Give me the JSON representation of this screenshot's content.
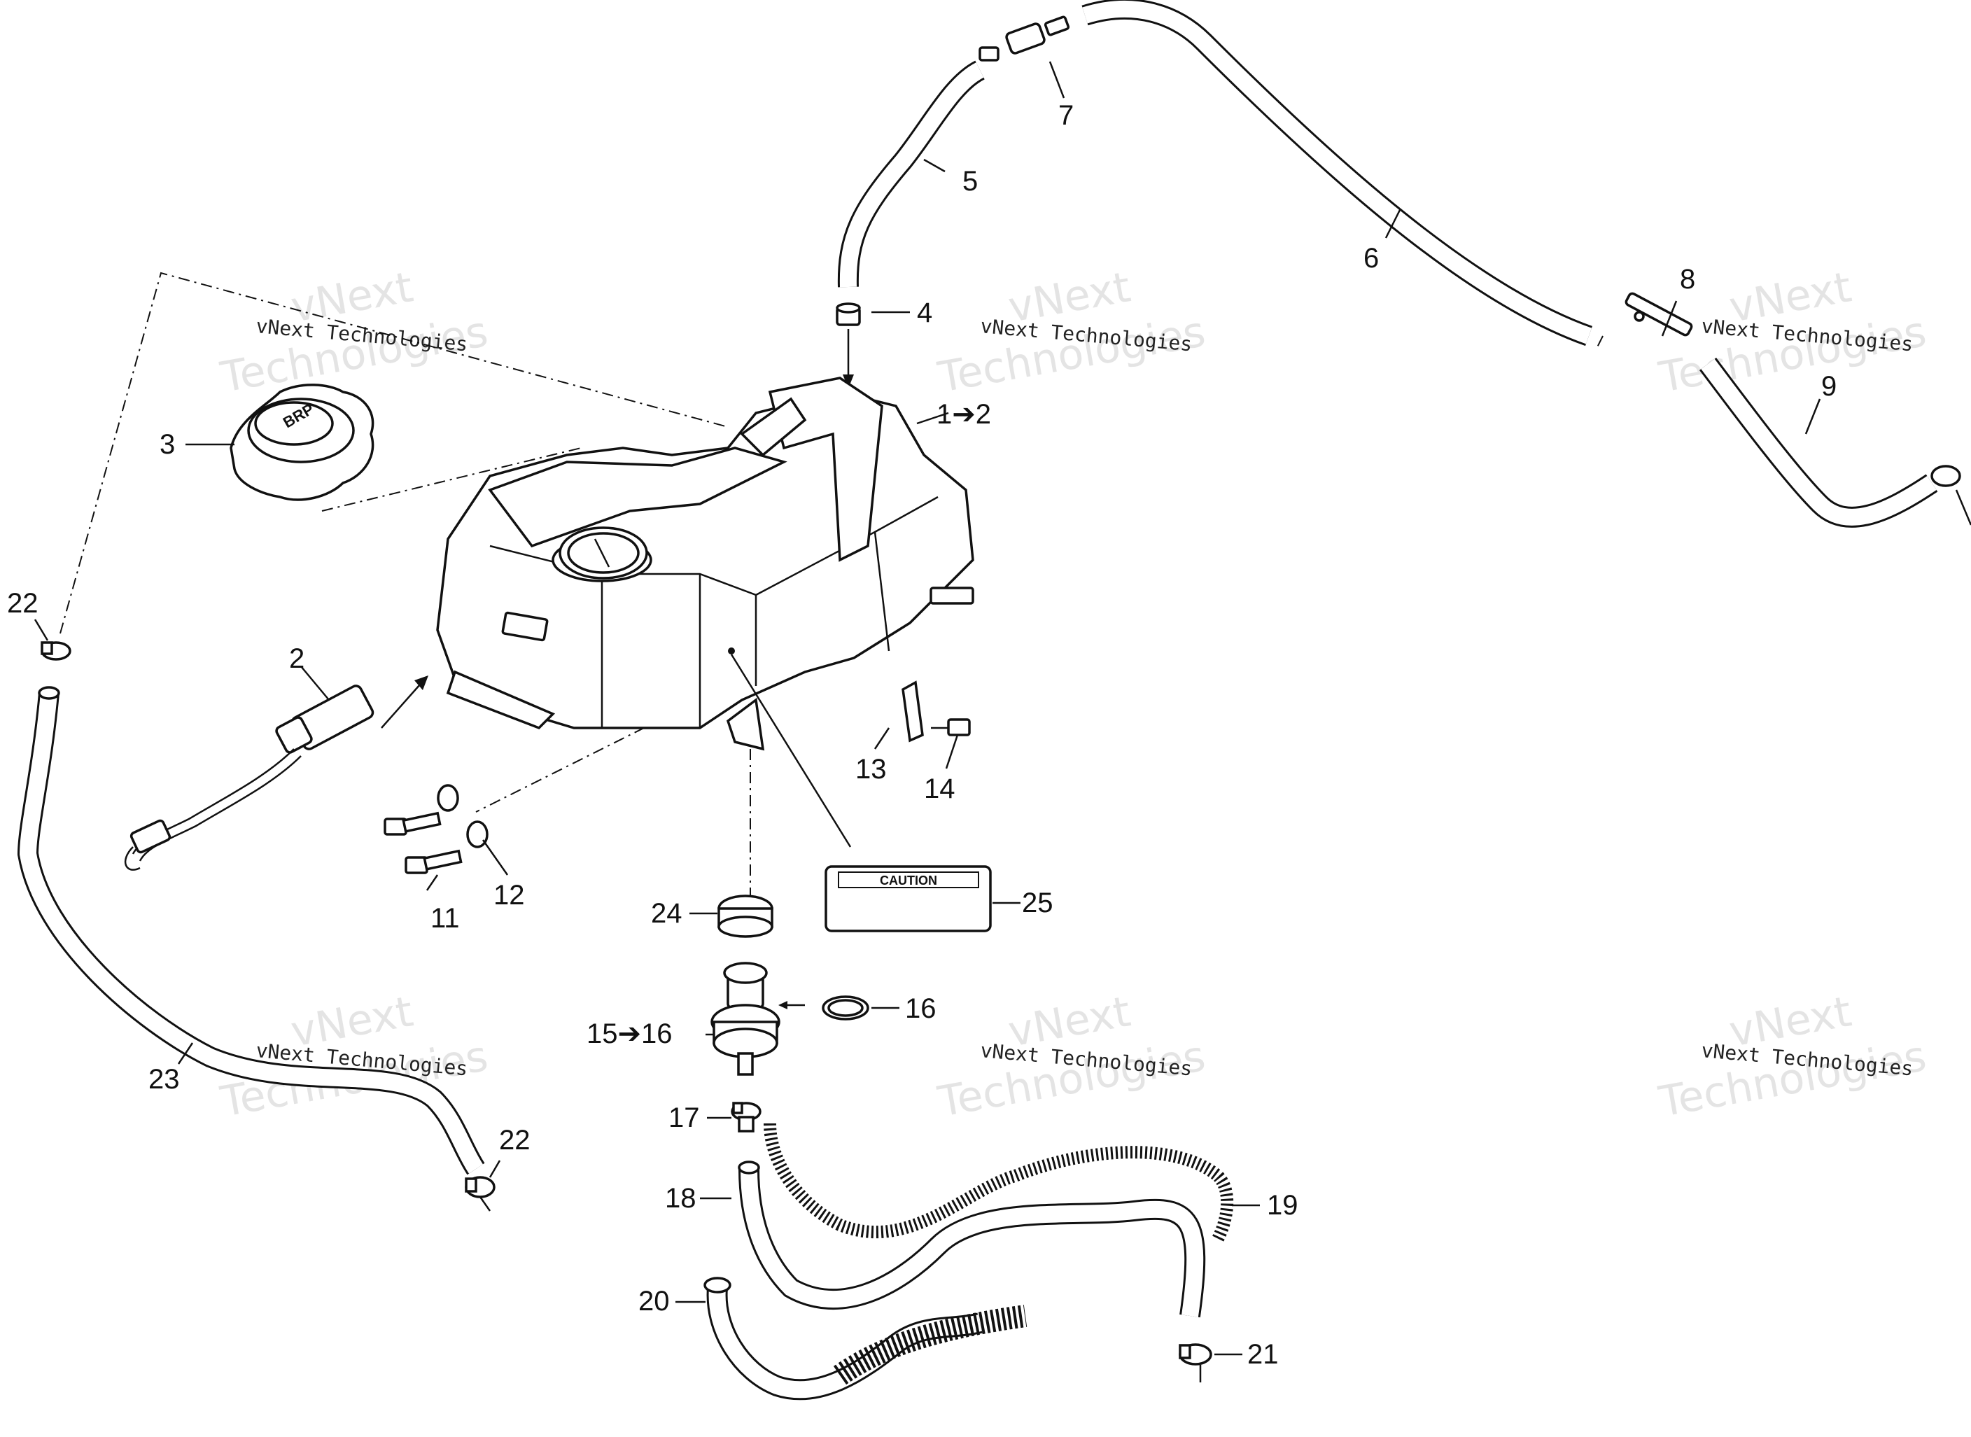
{
  "callouts": [
    {
      "id": "c1-2",
      "text": "1➔2"
    },
    {
      "id": "c2",
      "text": "2"
    },
    {
      "id": "c3",
      "text": "3"
    },
    {
      "id": "c4",
      "text": "4"
    },
    {
      "id": "c5",
      "text": "5"
    },
    {
      "id": "c6",
      "text": "6"
    },
    {
      "id": "c7",
      "text": "7"
    },
    {
      "id": "c8",
      "text": "8"
    },
    {
      "id": "c9",
      "text": "9"
    },
    {
      "id": "c11",
      "text": "11"
    },
    {
      "id": "c12",
      "text": "12"
    },
    {
      "id": "c13",
      "text": "13"
    },
    {
      "id": "c14",
      "text": "14"
    },
    {
      "id": "c15-16",
      "text": "15➔16"
    },
    {
      "id": "c16",
      "text": "16"
    },
    {
      "id": "c17",
      "text": "17"
    },
    {
      "id": "c18",
      "text": "18"
    },
    {
      "id": "c19",
      "text": "19"
    },
    {
      "id": "c20",
      "text": "20"
    },
    {
      "id": "c21",
      "text": "21"
    },
    {
      "id": "c22a",
      "text": "22"
    },
    {
      "id": "c22b",
      "text": "22"
    },
    {
      "id": "c23",
      "text": "23"
    },
    {
      "id": "c24",
      "text": "24"
    },
    {
      "id": "c25",
      "text": "25"
    }
  ],
  "labels": {
    "caution_decal": "CAUTION",
    "cap_logo": "BRP"
  },
  "watermark": {
    "line1": "vNext Technologies",
    "line2": "Technologies",
    "line3": "vNext"
  }
}
